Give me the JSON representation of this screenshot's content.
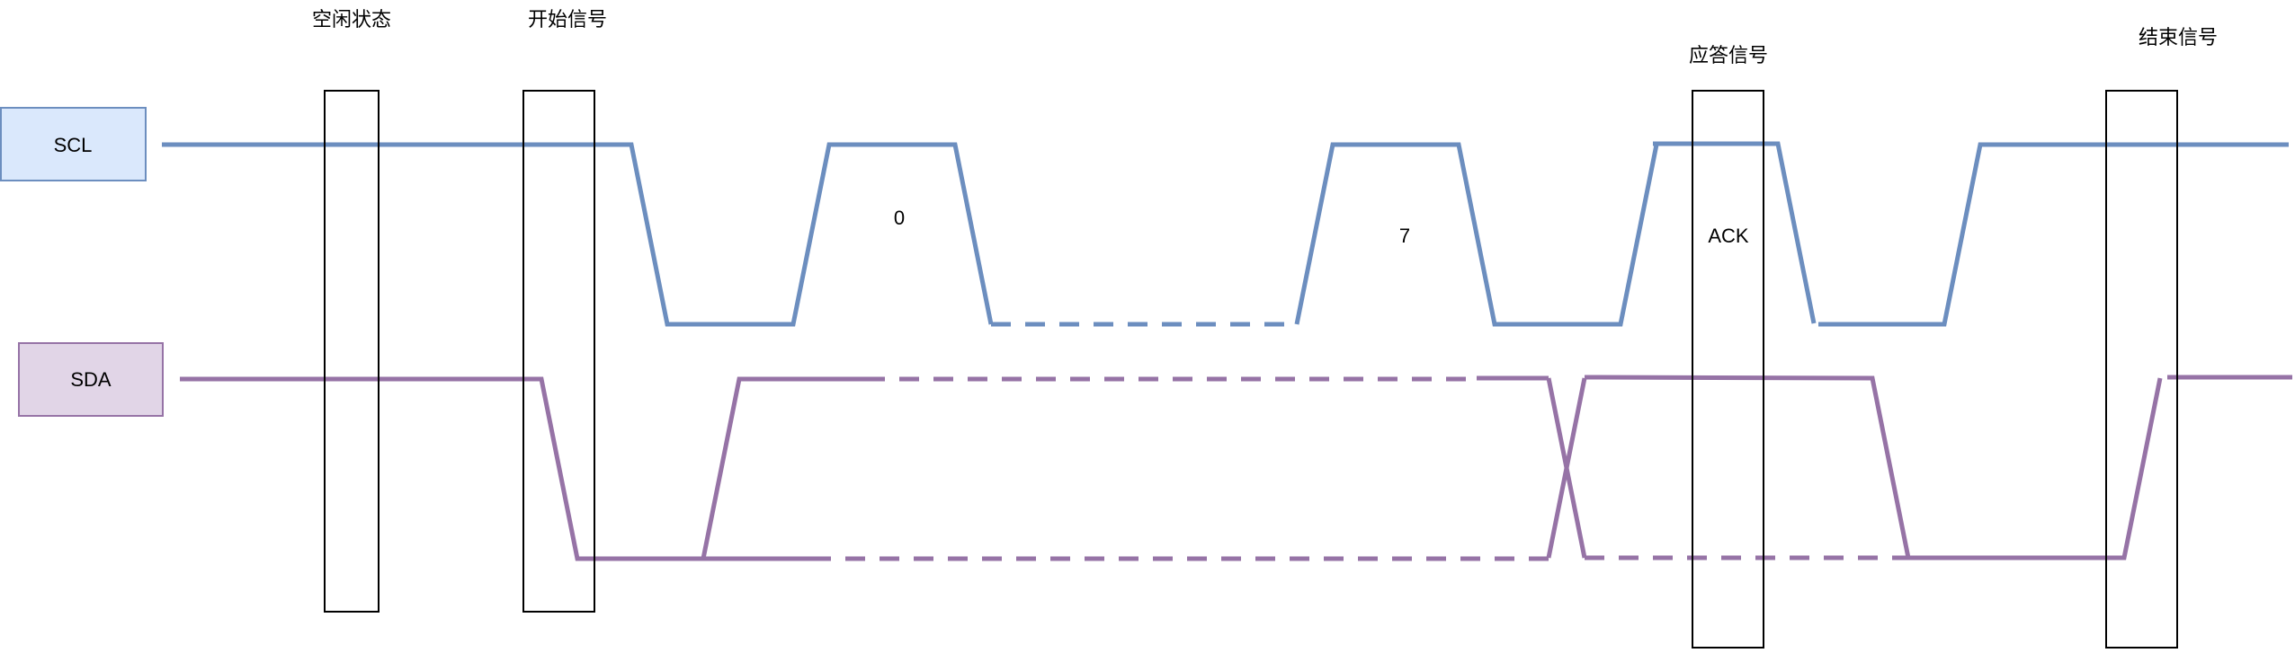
{
  "signals": {
    "scl": {
      "label": "SCL",
      "fill": "#dae8fc",
      "stroke": "#6c8ebf"
    },
    "sda": {
      "label": "SDA",
      "fill": "#e1d5e7",
      "stroke": "#9673a6"
    }
  },
  "phases": {
    "idle": "空闲状态",
    "start": "开始信号",
    "ack": "应答信号",
    "stop": "结束信号"
  },
  "bits": {
    "first": "0",
    "last": "7",
    "ack": "ACK"
  },
  "colors": {
    "scl_line": "#6c8ebf",
    "sda_line": "#9673a6",
    "box_stroke": "#000000"
  }
}
